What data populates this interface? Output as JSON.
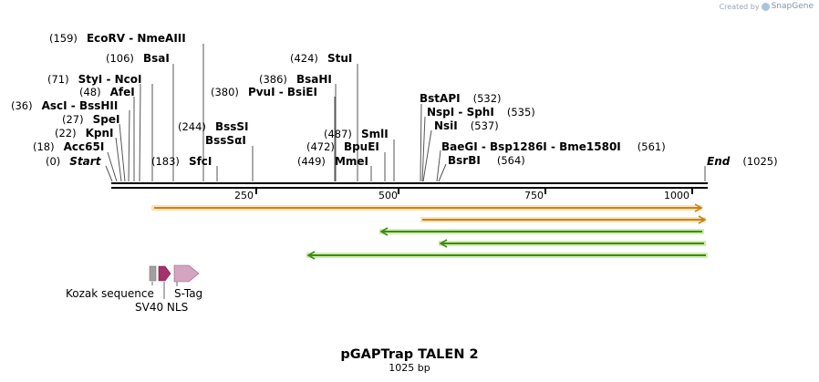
{
  "credit": {
    "prefix": "Created by",
    "brand": "SnapGene"
  },
  "map": {
    "title": "pGAPTrap TALEN 2",
    "length_label": "1025 bp",
    "ticks": [
      "250",
      "500",
      "750",
      "1000"
    ],
    "sites": [
      {
        "pos": "(0)",
        "name": "Start"
      },
      {
        "pos": "(18)",
        "name": "Acc65I"
      },
      {
        "pos": "(22)",
        "name": "KpnI"
      },
      {
        "pos": "(27)",
        "name": "SpeI"
      },
      {
        "pos": "(36)",
        "name": "AscI  -  BssHII"
      },
      {
        "pos": "(48)",
        "name": "AfeI"
      },
      {
        "pos": "(71)",
        "name": "StyI   -  NcoI"
      },
      {
        "pos": "(106)",
        "name": "BsaI"
      },
      {
        "pos": "(159)",
        "name": "EcoRV   -  NmeAIII"
      },
      {
        "pos": "(183)",
        "name": "SfcI"
      },
      {
        "pos": "(244)",
        "name": "BssSI"
      },
      {
        "pos": "",
        "name": "BssSαI"
      },
      {
        "pos": "(380)",
        "name": "PvuI   -  BsiEI"
      },
      {
        "pos": "(386)",
        "name": "BsaHI"
      },
      {
        "pos": "(424)",
        "name": "StuI"
      },
      {
        "pos": "(449)",
        "name": "MmeI"
      },
      {
        "pos": "(472)",
        "name": "BpuEI"
      },
      {
        "pos": "(487)",
        "name": "SmlI"
      },
      {
        "pos": "(532)",
        "name": "BstAPI"
      },
      {
        "pos": "(535)",
        "name": "NspI   -  SphI"
      },
      {
        "pos": "(537)",
        "name": "NsiI"
      },
      {
        "pos": "(561)",
        "name": "BaeGI   -  Bsp1286I   -  Bme1580I"
      },
      {
        "pos": "(564)",
        "name": "BsrBI"
      },
      {
        "pos": "(1025)",
        "name": "End"
      }
    ],
    "features": [
      {
        "name": "Kozak sequence",
        "color": "#a0a0a0"
      },
      {
        "name": "SV40 NLS",
        "color": "#a3336a"
      },
      {
        "name": "S-Tag",
        "color": "#d4a4c0"
      }
    ],
    "arrow_colors": {
      "forward": "#f5a623",
      "reverse": "#7ed321"
    }
  }
}
